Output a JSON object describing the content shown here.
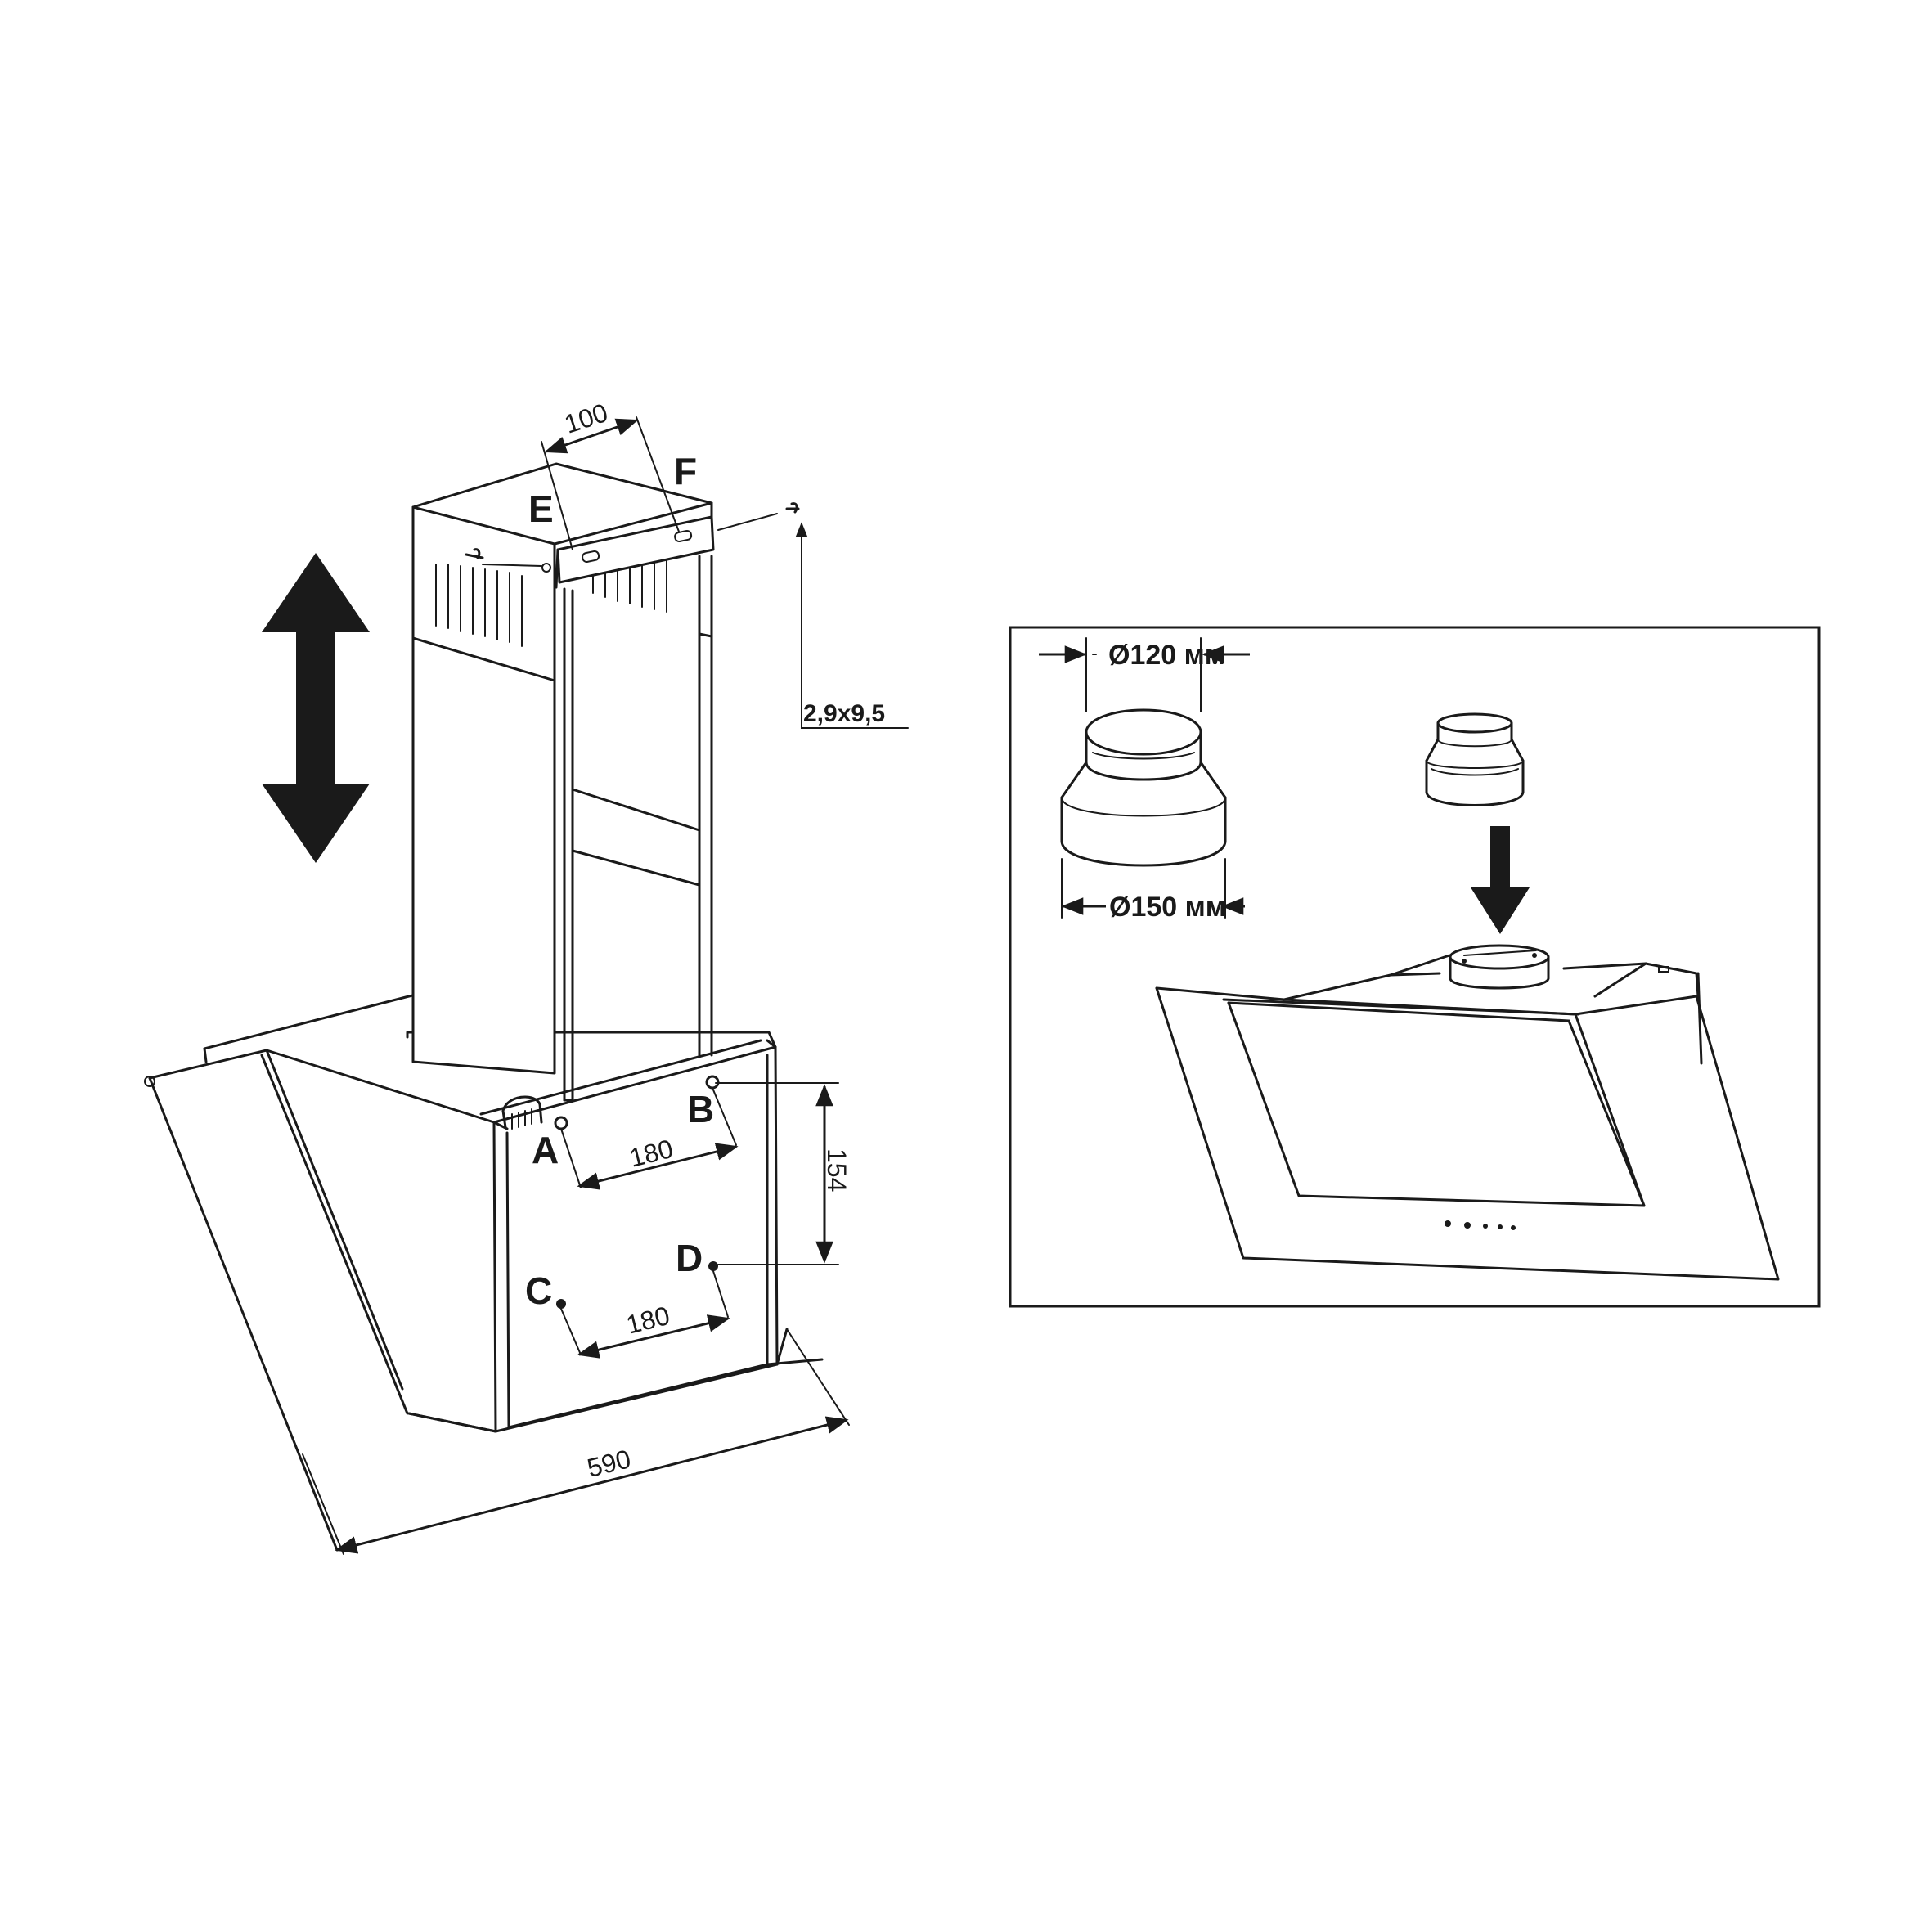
{
  "left_figure": {
    "labels": {
      "A": "A",
      "B": "B",
      "C": "C",
      "D": "D",
      "E": "E",
      "F": "F"
    },
    "dimensions": {
      "bracket_width": "100",
      "upper_hole_spacing": "180",
      "lower_hole_spacing": "180",
      "vertical_hole_spacing": "154",
      "hood_width": "590"
    },
    "screw_size": "2,9x9,5",
    "icons": [
      "up-down-arrow-icon",
      "screw-icon"
    ]
  },
  "right_figure": {
    "dimensions": {
      "top_diameter": "Ø120 мм",
      "bottom_diameter": "Ø150 мм"
    },
    "icons": [
      "down-arrow-icon"
    ]
  },
  "colors": {
    "line": "#1a1a1a",
    "background": "#ffffff"
  }
}
